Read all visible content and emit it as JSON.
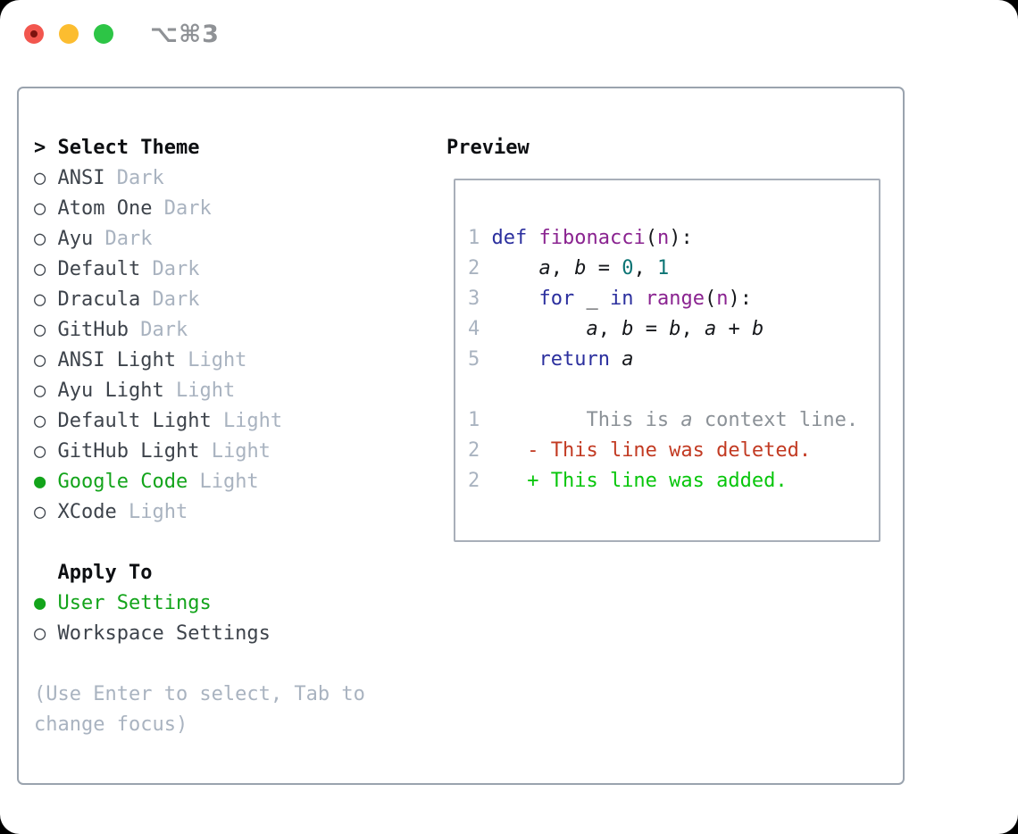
{
  "window": {
    "shortcut": "⌥⌘3",
    "traffic_lights": [
      "close",
      "minimize",
      "zoom"
    ]
  },
  "theme_list": {
    "header": {
      "marker": ">",
      "label": "Select Theme"
    },
    "items": [
      {
        "marker": "○",
        "label": "ANSI",
        "tag": "Dark",
        "selected": false
      },
      {
        "marker": "○",
        "label": "Atom One",
        "tag": "Dark",
        "selected": false
      },
      {
        "marker": "○",
        "label": "Ayu",
        "tag": "Dark",
        "selected": false
      },
      {
        "marker": "○",
        "label": "Default",
        "tag": "Dark",
        "selected": false
      },
      {
        "marker": "○",
        "label": "Dracula",
        "tag": "Dark",
        "selected": false
      },
      {
        "marker": "○",
        "label": "GitHub",
        "tag": "Dark",
        "selected": false
      },
      {
        "marker": "○",
        "label": "ANSI Light",
        "tag": "Light",
        "selected": false
      },
      {
        "marker": "○",
        "label": "Ayu Light",
        "tag": "Light",
        "selected": false
      },
      {
        "marker": "○",
        "label": "Default Light",
        "tag": "Light",
        "selected": false
      },
      {
        "marker": "○",
        "label": "GitHub Light",
        "tag": "Light",
        "selected": false
      },
      {
        "marker": "●",
        "label": "Google Code",
        "tag": "Light",
        "selected": true
      },
      {
        "marker": "○",
        "label": "XCode",
        "tag": "Light",
        "selected": false
      }
    ]
  },
  "apply_to": {
    "header": "Apply To",
    "options": [
      {
        "marker": "●",
        "label": "User Settings",
        "selected": true
      },
      {
        "marker": "○",
        "label": "Workspace Settings",
        "selected": false
      }
    ]
  },
  "hint": "(Use Enter to select, Tab to change focus)",
  "preview": {
    "title": "Preview",
    "lines": [
      {
        "segments": [
          {
            "t": "1 ",
            "c": "num"
          },
          {
            "t": "def",
            "c": "kw"
          },
          {
            "t": " ",
            "c": "plain"
          },
          {
            "t": "fibonacci",
            "c": "fn"
          },
          {
            "t": "(",
            "c": "plain"
          },
          {
            "t": "n",
            "c": "fn"
          },
          {
            "t": "):",
            "c": "plain"
          }
        ]
      },
      {
        "segments": [
          {
            "t": "2",
            "c": "num"
          },
          {
            "t": "     ",
            "c": "plain"
          },
          {
            "t": "a",
            "c": "var"
          },
          {
            "t": ", ",
            "c": "plain"
          },
          {
            "t": "b",
            "c": "var"
          },
          {
            "t": " = ",
            "c": "plain"
          },
          {
            "t": "0",
            "c": "lit"
          },
          {
            "t": ", ",
            "c": "plain"
          },
          {
            "t": "1",
            "c": "lit"
          }
        ]
      },
      {
        "segments": [
          {
            "t": "3",
            "c": "num"
          },
          {
            "t": "     ",
            "c": "plain"
          },
          {
            "t": "for",
            "c": "kw"
          },
          {
            "t": " _ ",
            "c": "plain"
          },
          {
            "t": "in",
            "c": "kw"
          },
          {
            "t": " ",
            "c": "plain"
          },
          {
            "t": "range",
            "c": "fn"
          },
          {
            "t": "(",
            "c": "plain"
          },
          {
            "t": "n",
            "c": "fn"
          },
          {
            "t": "):",
            "c": "plain"
          }
        ]
      },
      {
        "segments": [
          {
            "t": "4",
            "c": "num"
          },
          {
            "t": "         ",
            "c": "plain"
          },
          {
            "t": "a",
            "c": "var"
          },
          {
            "t": ", ",
            "c": "plain"
          },
          {
            "t": "b",
            "c": "var"
          },
          {
            "t": " = ",
            "c": "plain"
          },
          {
            "t": "b",
            "c": "var"
          },
          {
            "t": ", ",
            "c": "plain"
          },
          {
            "t": "a",
            "c": "var"
          },
          {
            "t": " + ",
            "c": "plain"
          },
          {
            "t": "b",
            "c": "var"
          }
        ]
      },
      {
        "segments": [
          {
            "t": "5",
            "c": "num"
          },
          {
            "t": "     ",
            "c": "plain"
          },
          {
            "t": "return",
            "c": "kw"
          },
          {
            "t": " ",
            "c": "plain"
          },
          {
            "t": "a",
            "c": "var"
          }
        ]
      },
      {
        "segments": []
      },
      {
        "segments": [
          {
            "t": "1",
            "c": "num"
          },
          {
            "t": "         This is ",
            "c": "ctx"
          },
          {
            "t": "a",
            "c": "ctx-italic"
          },
          {
            "t": " context line.",
            "c": "ctx"
          }
        ]
      },
      {
        "segments": [
          {
            "t": "2",
            "c": "num"
          },
          {
            "t": "    - This line was deleted.",
            "c": "del"
          }
        ]
      },
      {
        "segments": [
          {
            "t": "2",
            "c": "num"
          },
          {
            "t": "    + This line was added.",
            "c": "add"
          }
        ]
      }
    ]
  },
  "colors": {
    "tl_red": "#f2564e",
    "tl_red_dot": "#7c130f",
    "tl_yellow": "#fcbd30",
    "tl_green": "#2dc546",
    "shortcut": "#8f9296",
    "panel_border": "#9aa3ae",
    "box_border": "#a8afb9",
    "text": "#3d434b",
    "black": "#0d0f12",
    "muted": "#a9b3c0",
    "green": "#13a41b",
    "code_plain": "#16181c",
    "kw": "#2b2f9e",
    "fn": "#8a2390",
    "lit": "#0c7474",
    "ctx": "#8b9197",
    "del": "#c23a22",
    "add": "#07c60b"
  }
}
